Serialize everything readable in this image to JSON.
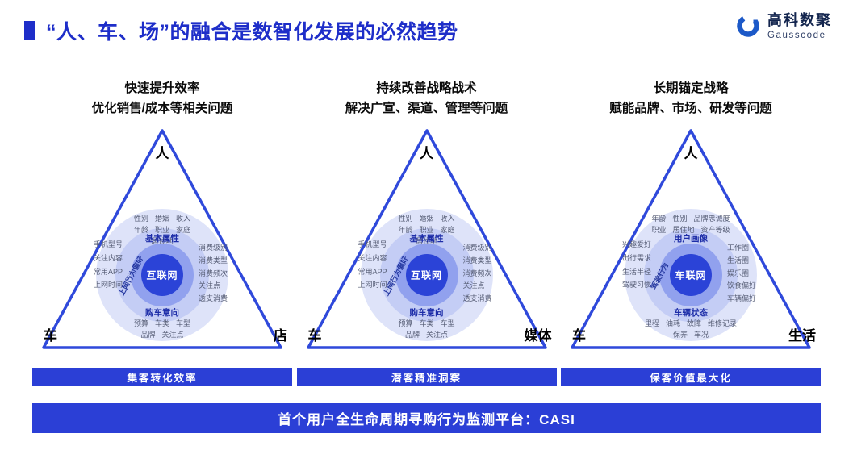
{
  "header": {
    "title": "“人、车、场”的融合是数智化发展的必然趋势",
    "logo": {
      "name_cn": "高科数聚",
      "name_en": "Gausscode"
    }
  },
  "columns": [
    {
      "heading_line1": "快速提升效率",
      "heading_line2": "优化销售/成本等相关问题",
      "vertex_top": "人",
      "vertex_left": "车",
      "vertex_right": "店",
      "center": "互联网",
      "category_top": "基本属性",
      "category_bottom": "购车意向",
      "rotated_label": "上网行为偏好",
      "outer_top_labels": [
        "性别",
        "婚姻",
        "收入",
        "年龄",
        "职业",
        "家庭",
        "居住地"
      ],
      "left_labels": [
        "手机型号",
        "关注内容",
        "常用APP",
        "上网时间"
      ],
      "right_labels": [
        "消费级别",
        "消费类型",
        "消费频次",
        "关注点",
        "透支消费"
      ],
      "bottom_labels": [
        "预算",
        "车类",
        "车型",
        "品牌",
        "关注点"
      ],
      "banner": "集客转化效率"
    },
    {
      "heading_line1": "持续改善战略战术",
      "heading_line2": "解决广宣、渠道、管理等问题",
      "vertex_top": "人",
      "vertex_left": "车",
      "vertex_right": "媒体",
      "center": "互联网",
      "category_top": "基本属性",
      "category_bottom": "购车意向",
      "rotated_label": "上网行为偏好",
      "outer_top_labels": [
        "性别",
        "婚姻",
        "收入",
        "年龄",
        "职业",
        "家庭",
        "居住地"
      ],
      "left_labels": [
        "手机型号",
        "关注内容",
        "常用APP",
        "上网时间"
      ],
      "right_labels": [
        "消费级别",
        "消费类型",
        "消费频次",
        "关注点",
        "透支消费"
      ],
      "bottom_labels": [
        "预算",
        "车类",
        "车型",
        "品牌",
        "关注点"
      ],
      "banner": "潜客精准洞察"
    },
    {
      "heading_line1": "长期锚定战略",
      "heading_line2": "赋能品牌、市场、研发等问题",
      "vertex_top": "人",
      "vertex_left": "车",
      "vertex_right": "生活",
      "center": "车联网",
      "category_top": "用户画像",
      "category_bottom": "车辆状态",
      "rotated_label": "驾驶行为",
      "outer_top_labels": [
        "年龄",
        "性别",
        "品牌忠诚度",
        "职业",
        "居住地",
        "资产等级"
      ],
      "left_labels": [
        "兴趣爱好",
        "出行需求",
        "生活半径",
        "驾驶习惯"
      ],
      "right_labels": [
        "工作圈",
        "生活圈",
        "娱乐圈",
        "饮食偏好",
        "车辆偏好"
      ],
      "bottom_labels": [
        "里程",
        "油耗",
        "故障",
        "维修记录",
        "保养",
        "车况"
      ],
      "banner": "保客价值最大化"
    }
  ],
  "footer": {
    "text": "首个用户全生命周期寻购行为监测平台：CASI"
  },
  "colors": {
    "accent_blue": "#2b3fd6",
    "title_blue": "#1e2ec9"
  }
}
